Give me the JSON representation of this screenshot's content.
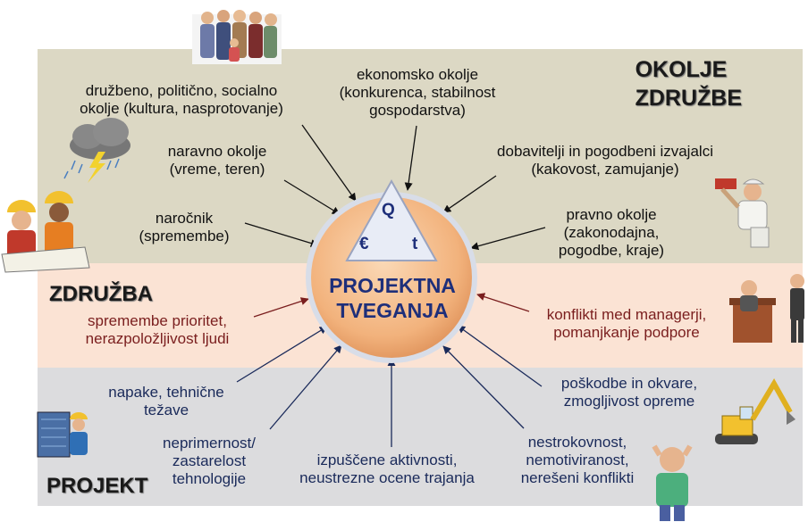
{
  "zones": {
    "environment_title": [
      "OKOLJE",
      "ZDRUŽBE"
    ],
    "organization_title": "ZDRUŽBA",
    "project_title": "PROJEKT"
  },
  "center": {
    "title_line1": "PROJEKTNA",
    "title_line2": "TVEGANJA",
    "triangle": {
      "top": "Q",
      "left": "€",
      "right": "t"
    }
  },
  "factors": {
    "social": [
      "družbeno, politično, socialno",
      "okolje (kultura, nasprotovanje)"
    ],
    "economic": [
      "ekonomsko okolje",
      "(konkurenca, stabilnost",
      "gospodarstva)"
    ],
    "natural": [
      "naravno okolje",
      "(vreme, teren)"
    ],
    "suppliers": [
      "dobavitelji in pogodbeni izvajalci",
      "(kakovost, zamujanje)"
    ],
    "client": [
      "naročnik",
      "(spremembe)"
    ],
    "legal": [
      "pravno okolje",
      "(zakonodajna,",
      "pogodbe, kraje)"
    ],
    "priorities": [
      "spremembe prioritet,",
      "nerazpoložljivost ljudi"
    ],
    "managers": [
      "konflikti med managerji,",
      "pomanjkanje podpore"
    ],
    "technical": [
      "napake, tehnične",
      "težave"
    ],
    "equipment": [
      "poškodbe in okvare,",
      "zmogljivost opreme"
    ],
    "technology": [
      "neprimernost/",
      "zastarelost",
      "tehnologije"
    ],
    "activities": [
      "izpuščene aktivnosti,",
      "neustrezne ocene trajanja"
    ],
    "staff": [
      "nestrokovnost,",
      "nemotiviranost,",
      "nerešeni konflikti"
    ]
  },
  "colors": {
    "environment_band": "#dcd8c4",
    "organization_band": "#fbe3d4",
    "project_band": "#dcdcde",
    "center_fill": "#f2b27c",
    "center_text": "#1e2f7a",
    "organization_text": "#7a1e1e",
    "project_text": "#1a2a5a"
  },
  "icons": [
    "crowd-icon",
    "storm-cloud-icon",
    "engineers-icon",
    "painter-icon",
    "managers-icon",
    "computer-worker-icon",
    "excavator-icon",
    "stressed-man-icon"
  ]
}
